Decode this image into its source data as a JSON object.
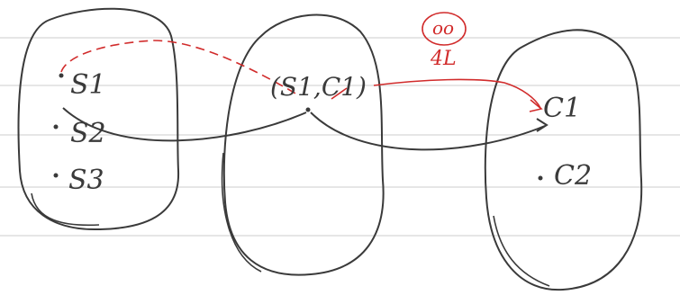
{
  "sets": {
    "left": {
      "elements": [
        "S1",
        "S2",
        "S3"
      ]
    },
    "middle": {
      "elements": [
        "(S1,C1)"
      ]
    },
    "right": {
      "elements": [
        "C1",
        "C2"
      ]
    }
  },
  "annotation": {
    "count_text": "oo",
    "count_sub": "4L"
  },
  "colors": {
    "ink": "#3a3a3a",
    "red_ink": "#d12b2b",
    "rule_lines": "#d8d8d8",
    "background": "#ffffff"
  }
}
